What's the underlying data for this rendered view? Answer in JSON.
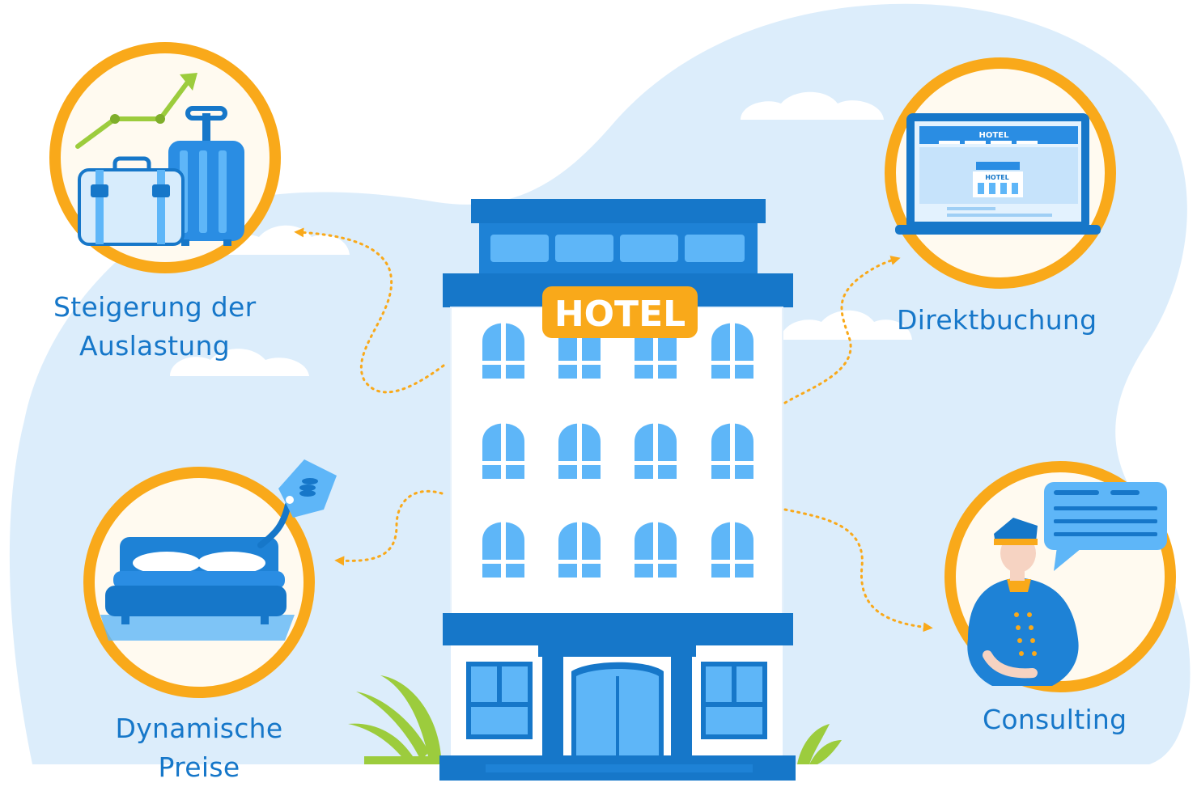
{
  "hotel_sign": "HOTEL",
  "laptop_hotel_title": "HOTEL",
  "laptop_hotel_sign": "HOTEL",
  "features": {
    "occupancy": {
      "line1": "Steigerung der",
      "line2": "Auslastung"
    },
    "direct_booking": {
      "label": "Direktbuchung"
    },
    "dynamic_pricing": {
      "line1": "Dynamische",
      "line2": "Preise"
    },
    "consulting": {
      "label": "Consulting"
    }
  },
  "colors": {
    "background_blob": "#dcedfb",
    "building_blue": "#1677c9",
    "window_blue": "#5eb6f8",
    "circle_ring": "#f9a91a",
    "circle_fill": "#fffaf0",
    "arrow_orange": "#f9a91a",
    "plant_green": "#9ccc3d",
    "text_blue": "#1677c9"
  },
  "icons": [
    "luggage-icon",
    "growth-chart-icon",
    "laptop-icon",
    "bed-icon",
    "price-tag-icon",
    "bellboy-icon",
    "speech-bubble-icon",
    "hotel-building-icon",
    "plant-icon"
  ]
}
